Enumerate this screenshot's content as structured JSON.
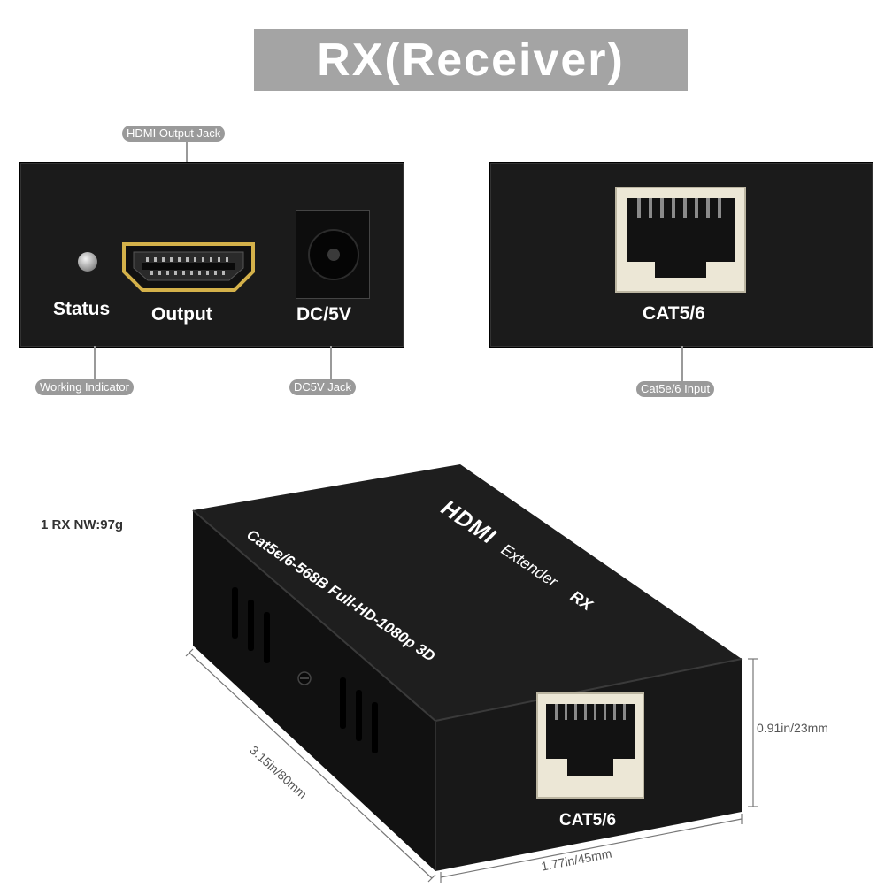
{
  "title": "RX(Receiver)",
  "front_panel": {
    "labels": {
      "status": "Status",
      "output": "Output",
      "power": "DC/5V"
    },
    "callouts": {
      "hdmi": "HDMI Output Jack",
      "indicator": "Working Indicator",
      "power": "DC5V  Jack"
    }
  },
  "back_panel": {
    "label": "CAT5/6",
    "callout": "Cat5e/6 Input"
  },
  "device": {
    "weight": "1 RX NW:97g",
    "brand": "HDMI",
    "product": "Extender",
    "model": "RX",
    "spec": "Cat5e/6-568B Full-HD-1080p 3D",
    "port_label": "CAT5/6",
    "dimensions": {
      "length": "3.15in/80mm",
      "width": "1.77in/45mm",
      "height": "0.91in/23mm"
    }
  },
  "colors": {
    "body": "#1b1b1b",
    "banner": "#a4a4a4",
    "callout": "#9a9a9a",
    "hdmi_gold": "#d4b14a"
  }
}
